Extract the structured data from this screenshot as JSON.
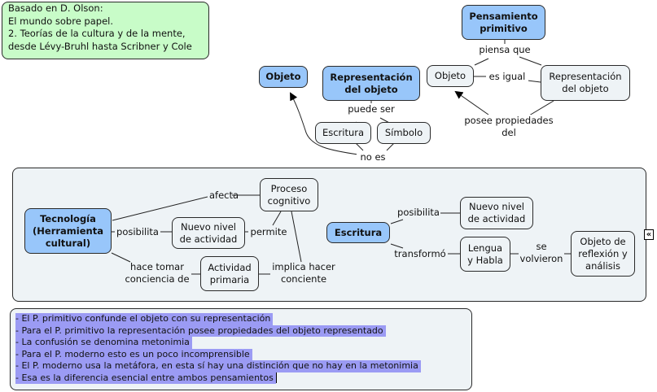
{
  "source_note": {
    "lines": [
      "Basado en D. Olson:",
      "El mundo sobre papel.",
      "2. Teorías de la cultura y de la mente,",
      "desde Lévy-Bruhl hasta Scribner y Cole"
    ]
  },
  "top_map": {
    "nodes": {
      "objeto_main": "Objeto",
      "representacion_main": "Representación\ndel objeto",
      "escritura": "Escritura",
      "simbolo": "Símbolo",
      "pensamiento_primitivo": "Pensamiento\nprimitivo",
      "objeto_right": "Objeto",
      "representacion_right": "Representación\ndel objeto"
    },
    "links": {
      "puede_ser": "puede ser",
      "no_es": "no es",
      "piensa_que": "piensa que",
      "es_igual": "es igual",
      "posee_propiedades": "posee propiedades\ndel"
    }
  },
  "middle_map": {
    "nodes": {
      "tecnologia": "Tecnología\n(Herramienta\ncultural)",
      "nuevo_nivel_left": "Nuevo nivel\nde actividad",
      "proceso_cognitivo": "Proceso\ncognitivo",
      "actividad_primaria": "Actividad\nprimaria",
      "escritura": "Escritura",
      "nuevo_nivel_right": "Nuevo nivel\nde actividad",
      "lengua_habla": "Lengua\ny Habla",
      "objeto_reflexion": "Objeto de\nreflexión y\nanálisis"
    },
    "links": {
      "afecta": "afecta",
      "posibilita_left": "posibilita",
      "permite": "permite",
      "hace_tomar": "hace tomar\nconciencia de",
      "implica_hacer": "implica hacer\nconciente",
      "posibilita_right": "posibilita",
      "transformo": "transformó",
      "se_volvieron": "se\nvolvieron"
    },
    "collapse_icon": "«"
  },
  "notes": {
    "lines": [
      "- El P. primitivo confunde el objeto con su representación",
      "- Para el P. primitivo la representación posee propiedades del objeto representado",
      "- La confusión se denomina metonimia",
      "- Para el P. moderno esto es un poco incomprensible",
      "- El P. moderno usa la metáfora, en esta sí hay una distinción que no hay en la metonimia",
      "- Esa es la diferencia esencial entre ambos pensamientos"
    ]
  },
  "colors": {
    "concept_blue": "#98c6fa",
    "concept_grey": "#eef3f6",
    "note_green": "#c8fcc8",
    "selection_highlight": "#9b9bf4"
  }
}
